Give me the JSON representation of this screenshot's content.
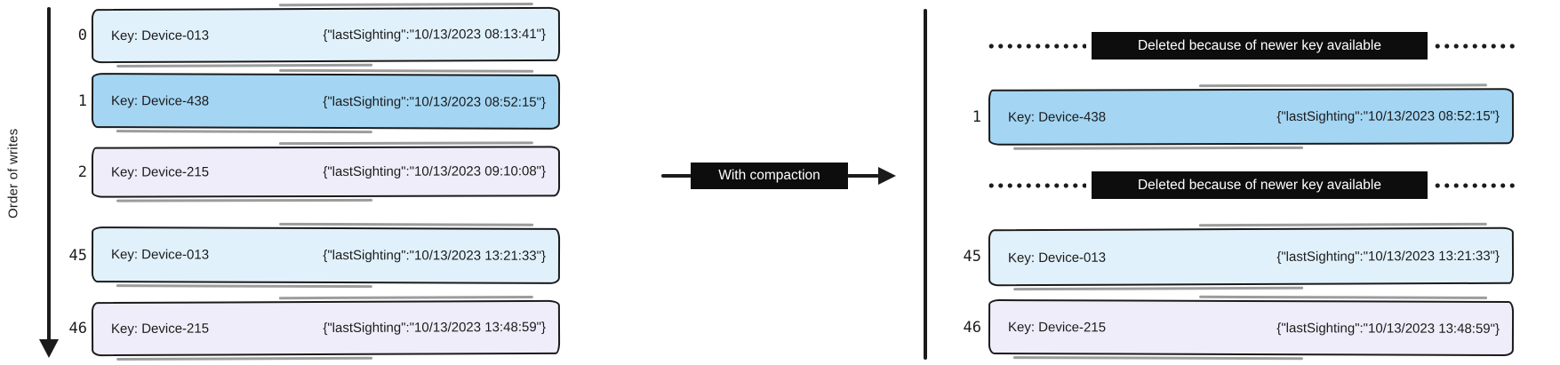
{
  "colors": {
    "ink": "#1b1b1b",
    "light_blue": "#e1f1fb",
    "blue": "#a4d6f4",
    "lavender": "#f0edfa",
    "label_bg": "#0d0d0d"
  },
  "axis": {
    "label": "Order of writes"
  },
  "compaction_arrow": {
    "label": "With compaction"
  },
  "left_log": {
    "rows": [
      {
        "offset": "0",
        "key": "Key: Device-013",
        "value": "{\"lastSighting\":\"10/13/2023 08:13:41\"}",
        "variant": "lightblue"
      },
      {
        "offset": "1",
        "key": "Key: Device-438",
        "value": "{\"lastSighting\":\"10/13/2023 08:52:15\"}",
        "variant": "blue"
      },
      {
        "offset": "2",
        "key": "Key: Device-215",
        "value": "{\"lastSighting\":\"10/13/2023 09:10:08\"}",
        "variant": "lavender"
      },
      {
        "offset": "45",
        "key": "Key: Device-013",
        "value": "{\"lastSighting\":\"10/13/2023 13:21:33\"}",
        "variant": "lightblue"
      },
      {
        "offset": "46",
        "key": "Key: Device-215",
        "value": "{\"lastSighting\":\"10/13/2023 13:48:59\"}",
        "variant": "lavender"
      }
    ]
  },
  "right_log": {
    "rows": [
      {
        "type": "deleted",
        "label": "Deleted because of newer key available"
      },
      {
        "type": "record",
        "offset": "1",
        "key": "Key: Device-438",
        "value": "{\"lastSighting\":\"10/13/2023 08:52:15\"}",
        "variant": "blue"
      },
      {
        "type": "deleted",
        "label": "Deleted because of newer key available"
      },
      {
        "type": "record",
        "offset": "45",
        "key": "Key: Device-013",
        "value": "{\"lastSighting\":\"10/13/2023 13:21:33\"}",
        "variant": "lightblue"
      },
      {
        "type": "record",
        "offset": "46",
        "key": "Key: Device-215",
        "value": "{\"lastSighting\":\"10/13/2023 13:48:59\"}",
        "variant": "lavender"
      }
    ]
  }
}
